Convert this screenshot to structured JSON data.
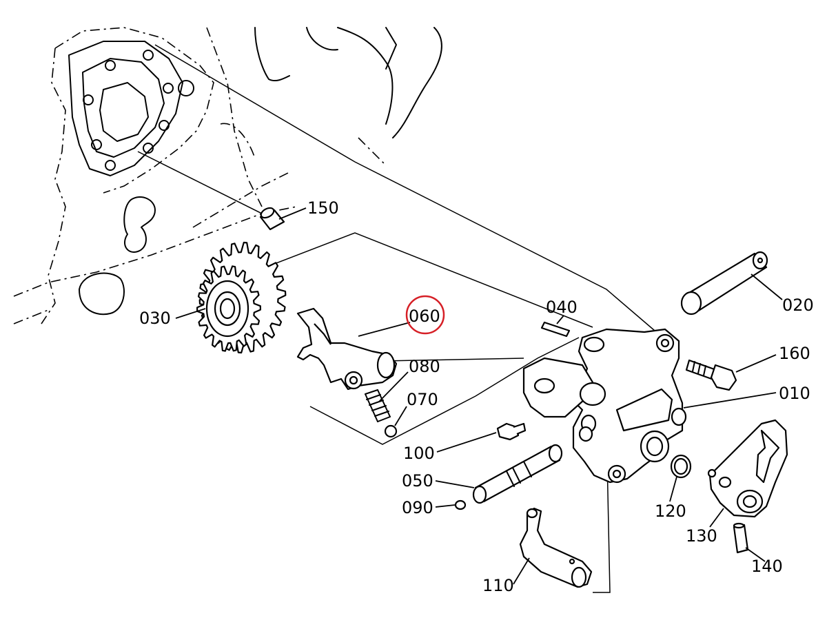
{
  "colors": {
    "line": "#000000",
    "background": "#ffffff",
    "highlight": "#d61f26"
  },
  "highlighted_callout": "060",
  "callouts": {
    "c010": "010",
    "c020": "020",
    "c030": "030",
    "c040": "040",
    "c050": "050",
    "c060": "060",
    "c070": "070",
    "c080": "080",
    "c090": "090",
    "c100": "100",
    "c110": "110",
    "c120": "120",
    "c130": "130",
    "c140": "140",
    "c150": "150",
    "c160": "160"
  }
}
